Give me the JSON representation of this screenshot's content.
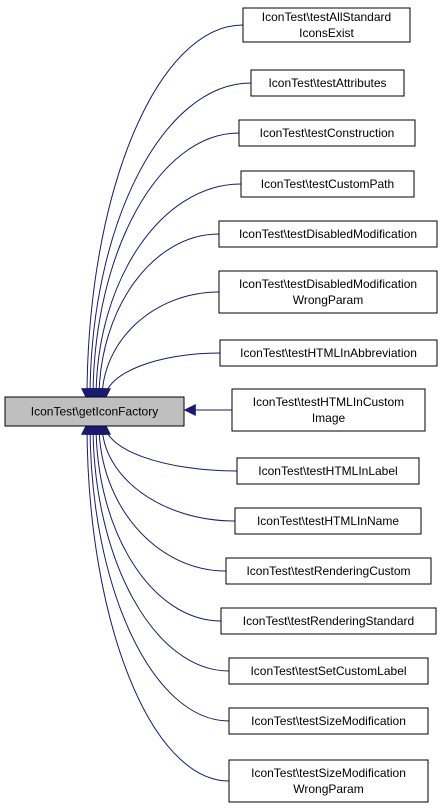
{
  "diagram": {
    "colors": {
      "edge": "#191970",
      "node_border": "#000000",
      "node_fill": "#ffffff",
      "root_fill": "#bfbfbf",
      "text": "#000000"
    },
    "root": {
      "id": "root",
      "lines": [
        "IconTest\\getIconFactory"
      ]
    },
    "callers": [
      {
        "id": "testAllStandardIconsExist",
        "lines": [
          "IconTest\\testAllStandard",
          "IconsExist"
        ]
      },
      {
        "id": "testAttributes",
        "lines": [
          "IconTest\\testAttributes"
        ]
      },
      {
        "id": "testConstruction",
        "lines": [
          "IconTest\\testConstruction"
        ]
      },
      {
        "id": "testCustomPath",
        "lines": [
          "IconTest\\testCustomPath"
        ]
      },
      {
        "id": "testDisabledModification",
        "lines": [
          "IconTest\\testDisabledModification"
        ]
      },
      {
        "id": "testDisabledModificationWrongParam",
        "lines": [
          "IconTest\\testDisabledModification",
          "WrongParam"
        ]
      },
      {
        "id": "testHTMLInAbbreviation",
        "lines": [
          "IconTest\\testHTMLInAbbreviation"
        ]
      },
      {
        "id": "testHTMLInCustomImage",
        "lines": [
          "IconTest\\testHTMLInCustom",
          "Image"
        ]
      },
      {
        "id": "testHTMLInLabel",
        "lines": [
          "IconTest\\testHTMLInLabel"
        ]
      },
      {
        "id": "testHTMLInName",
        "lines": [
          "IconTest\\testHTMLInName"
        ]
      },
      {
        "id": "testRenderingCustom",
        "lines": [
          "IconTest\\testRenderingCustom"
        ]
      },
      {
        "id": "testRenderingStandard",
        "lines": [
          "IconTest\\testRenderingStandard"
        ]
      },
      {
        "id": "testSetCustomLabel",
        "lines": [
          "IconTest\\testSetCustomLabel"
        ]
      },
      {
        "id": "testSizeModification",
        "lines": [
          "IconTest\\testSizeModification"
        ]
      },
      {
        "id": "testSizeModificationWrongParam",
        "lines": [
          "IconTest\\testSizeModification",
          "WrongParam"
        ]
      }
    ]
  }
}
